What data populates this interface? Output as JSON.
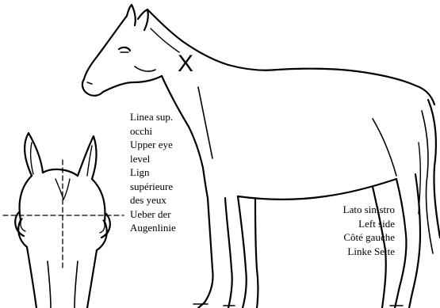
{
  "marker": "X",
  "eye_level_label": [
    "Linea sup.",
    "occhi",
    "Upper eye",
    "level",
    "Lign",
    "supérieure",
    "des yeux",
    "Ueber der",
    "Augenlinie"
  ],
  "side_label": [
    "Lato sinistro",
    "Left side",
    "Côté gauche",
    "Linke Seite"
  ],
  "colors": {
    "line": "#000000",
    "background": "#ffffff"
  }
}
